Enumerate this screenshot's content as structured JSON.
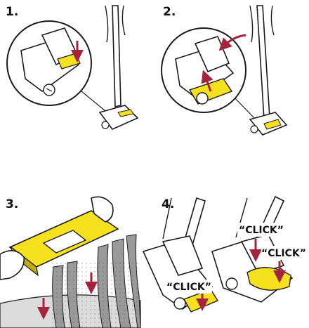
{
  "steps": [
    {
      "label": "1."
    },
    {
      "label": "2."
    },
    {
      "label": "3."
    },
    {
      "label": "4."
    }
  ],
  "click_labels": [
    "“CLICK”",
    "“CLICK”",
    "“CLICK”"
  ],
  "colors": {
    "accent_yellow": "#f5e11e",
    "arrow_red": "#a3243b",
    "line": "#1a1a1a",
    "grey": "#9a9a9a",
    "floor": "#dcdcdc"
  }
}
